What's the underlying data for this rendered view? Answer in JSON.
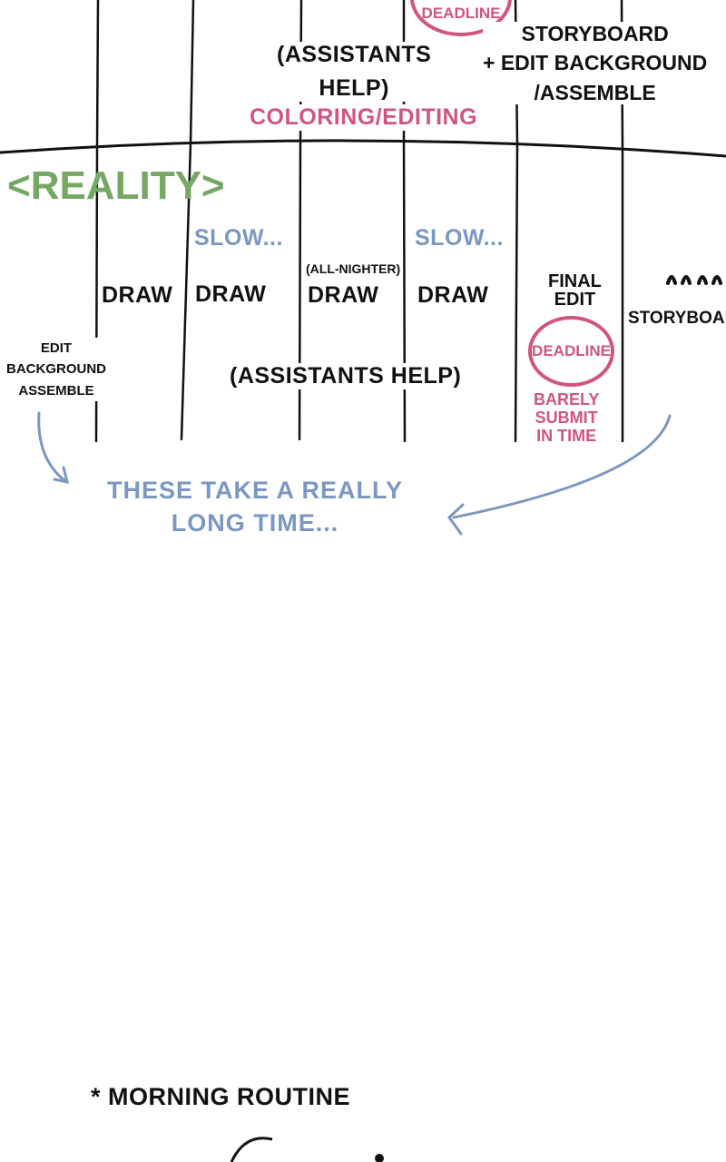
{
  "plan": {
    "deadline_label": "DEADLINE",
    "assistants_help": [
      "(ASSISTANTS",
      "HELP)"
    ],
    "coloring_editing": "COLORING/EDITING",
    "storyboard_edit": [
      "STORYBOARD",
      "+ EDIT BACKGROUND",
      "/ASSEMBLE"
    ]
  },
  "reality": {
    "heading": "<REALITY>",
    "slow_1": "SLOW...",
    "slow_2": "SLOW...",
    "draw_1": "DRAW",
    "draw_2": "DRAW",
    "all_nighter": "(ALL-NIGHTER)",
    "draw_3": "DRAW",
    "draw_4": "DRAW",
    "final_edit": [
      "FINAL",
      "EDIT"
    ],
    "storyboard": "STORYBOARD",
    "edit_background": [
      "EDIT",
      "BACKGROUND",
      "ASSEMBLE"
    ],
    "assistants_help": "(ASSISTANTS HELP)",
    "deadline_label": "DEADLINE",
    "barely_submit": [
      "BARELY",
      "SUBMIT",
      "IN TIME"
    ],
    "note": [
      "THESE TAKE A REALLY",
      "LONG TIME..."
    ]
  },
  "footnote": "* MORNING ROUTINE",
  "colors": {
    "pink": "#d0557f",
    "blue": "#7b97c2",
    "green": "#76a865"
  }
}
